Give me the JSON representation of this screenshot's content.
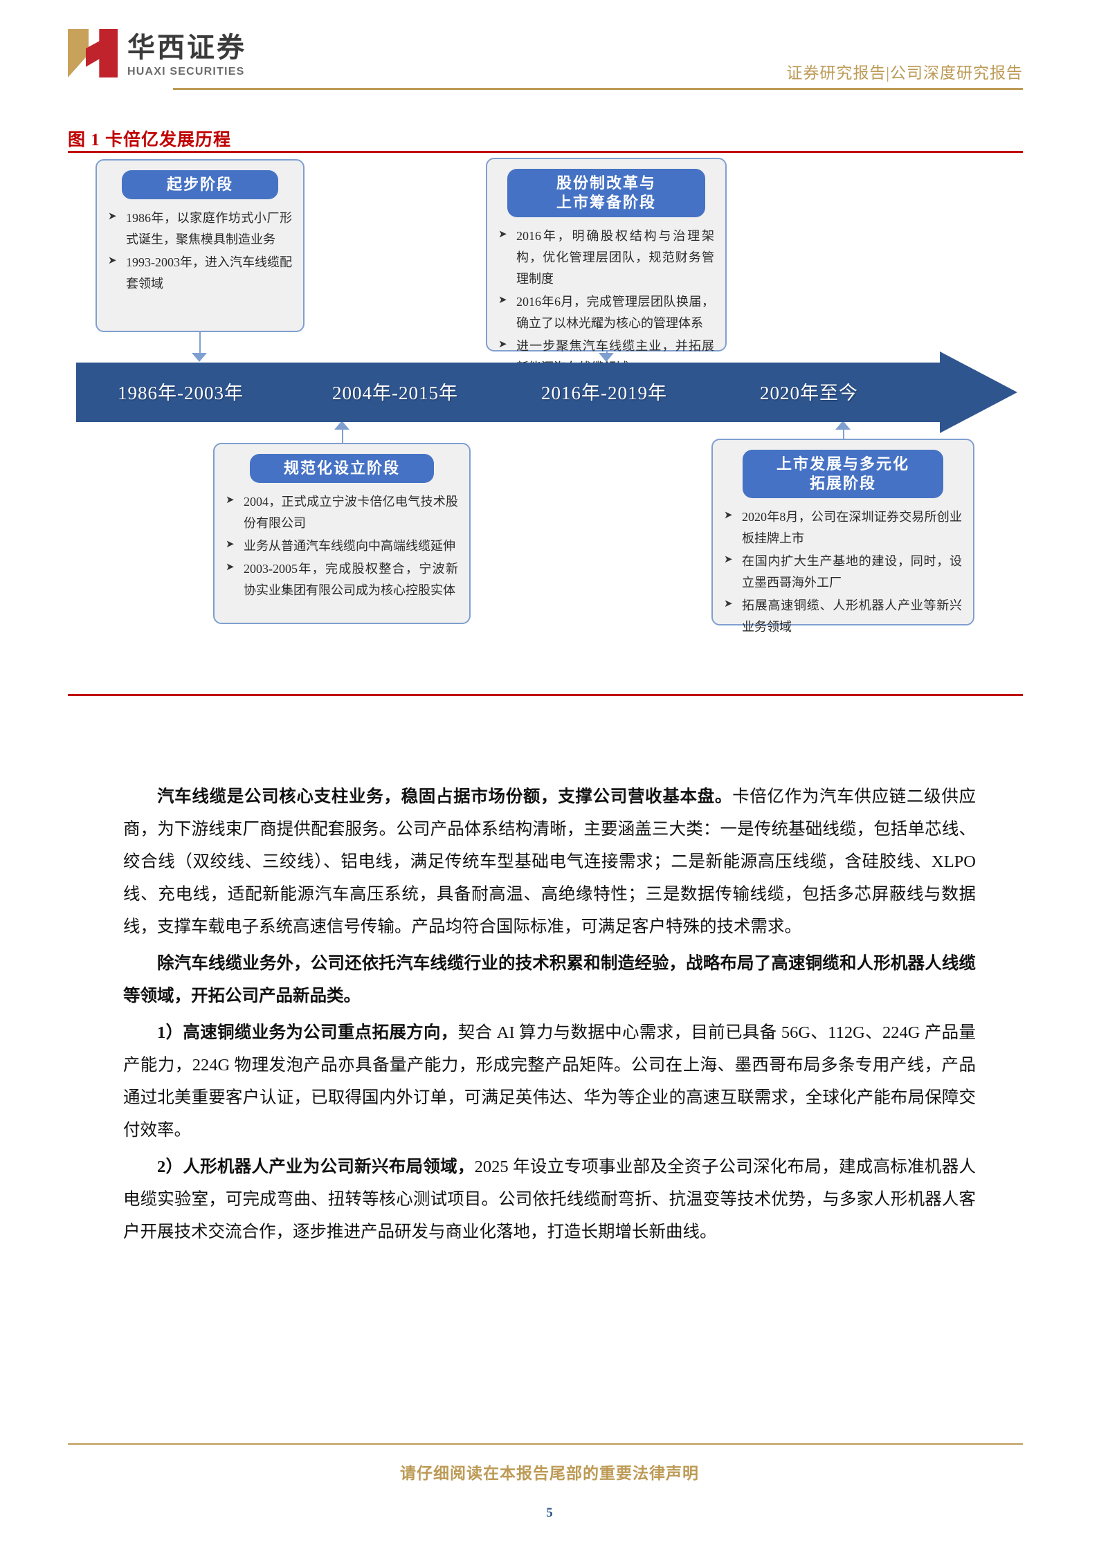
{
  "header": {
    "logo_cn": "华西证券",
    "logo_en": "HUAXI SECURITIES",
    "report_tag": "证券研究报告|公司深度研究报告"
  },
  "figure": {
    "title": "图 1 卡倍亿发展历程",
    "timeline": {
      "periods": [
        "1986年-2003年",
        "2004年-2015年",
        "2016年-2019年",
        "2020年至今"
      ]
    },
    "boxes": [
      {
        "id": "start",
        "badge": "起步阶段",
        "bullets": [
          "1986年，以家庭作坊式小厂形式诞生，聚焦模具制造业务",
          "1993-2003年，进入汽车线缆配套领域"
        ]
      },
      {
        "id": "reform",
        "badge": "股份制改革与\n上市筹备阶段",
        "badge_line1": "股份制改革与",
        "badge_line2": "上市筹备阶段",
        "bullets": [
          "2016年，明确股权结构与治理架构，优化管理层团队，规范财务管理制度",
          "2016年6月，完成管理层团队换届，确立了以林光耀为核心的管理体系",
          "进一步聚焦汽车线缆主业，并拓展新能源汽车线缆领域"
        ]
      },
      {
        "id": "standard",
        "badge": "规范化设立阶段",
        "bullets": [
          "2004，正式成立宁波卡倍亿电气技术股份有限公司",
          "业务从普通汽车线缆向中高端线缆延伸",
          "2003-2005年，完成股权整合，宁波新协实业集团有限公司成为核心控股实体"
        ]
      },
      {
        "id": "listing",
        "badge_line1": "上市发展与多元化",
        "badge_line2": "拓展阶段",
        "bullets": [
          "2020年8月，公司在深圳证券交易所创业板挂牌上市",
          "在国内扩大生产基地的建设，同时，设立墨西哥海外工厂",
          "拓展高速铜缆、人形机器人产业等新兴业务领域"
        ]
      }
    ]
  },
  "body": {
    "paragraph_1_lead": "汽车线缆是公司核心支柱业务，稳固占据市场份额，支撑公司营收基本盘。",
    "paragraph_1_rest": "卡倍亿作为汽车供应链二级供应商，为下游线束厂商提供配套服务。公司产品体系结构清晰，主要涵盖三大类：一是传统基础线缆，包括单芯线、绞合线（双绞线、三绞线）、铝电线，满足传统车型基础电气连接需求；二是新能源高压线缆，含硅胶线、XLPO 线、充电线，适配新能源汽车高压系统，具备耐高温、高绝缘特性；三是数据传输线缆，包括多芯屏蔽线与数据线，支撑车载电子系统高速信号传输。产品均符合国际标准，可满足客户特殊的技术需求。",
    "paragraph_2": "除汽车线缆业务外，公司还依托汽车线缆行业的技术积累和制造经验，战略布局了高速铜缆和人形机器人线缆等领域，开拓公司产品新品类。",
    "paragraph_3_lead": "1）高速铜缆业务为公司重点拓展方向，",
    "paragraph_3_rest": "契合 AI 算力与数据中心需求，目前已具备 56G、112G、224G 产品量产能力，224G 物理发泡产品亦具备量产能力，形成完整产品矩阵。公司在上海、墨西哥布局多条专用产线，产品通过北美重要客户认证，已取得国内外订单，可满足英伟达、华为等企业的高速互联需求，全球化产能布局保障交付效率。",
    "paragraph_4_lead": "2）人形机器人产业为公司新兴布局领域，",
    "paragraph_4_rest": "2025 年设立专项事业部及全资子公司深化布局，建成高标准机器人电缆实验室，可完成弯曲、扭转等核心测试项目。公司依托线缆耐弯折、抗温变等技术优势，与多家人形机器人客户开展技术交流合作，逐步推进产品研发与商业化落地，打造长期增长新曲线。"
  },
  "footer": {
    "disclaimer": "请仔细阅读在本报告尾部的重要法律声明",
    "page_number": "5"
  },
  "colors": {
    "brand_gold": "#bd9a55",
    "figure_red": "#c00000",
    "timeline_blue": "#2f558f",
    "badge_blue": "#4572c4",
    "box_border": "#7f9fd0",
    "box_fill": "#f0f0f0"
  }
}
